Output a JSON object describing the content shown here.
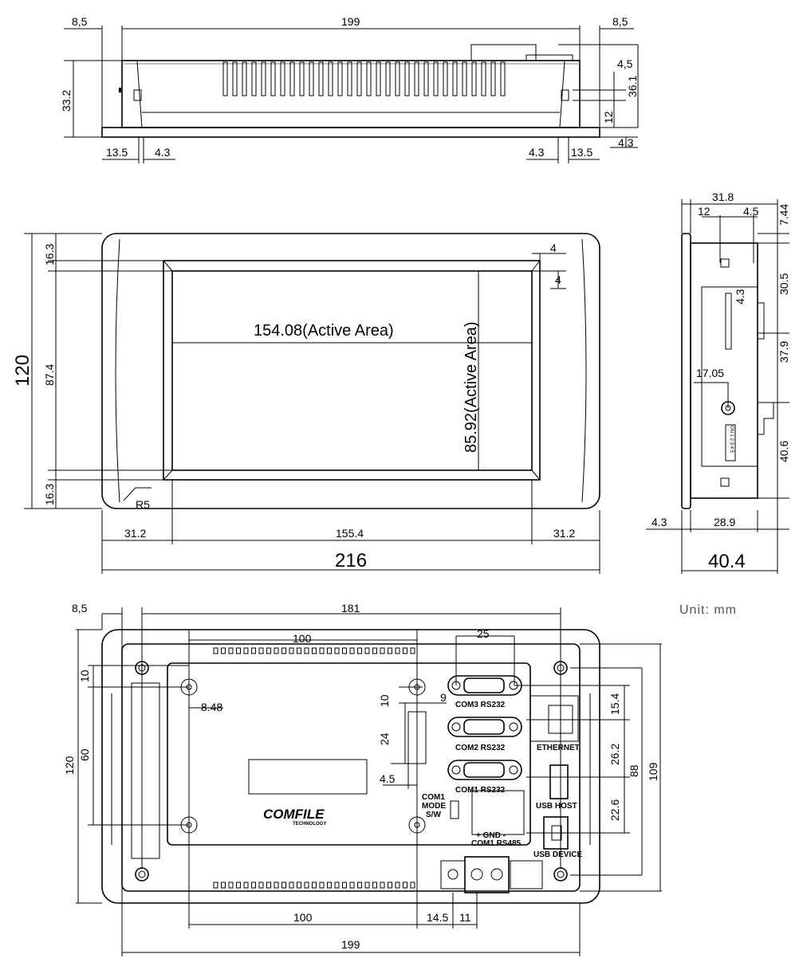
{
  "unit_label": "Unit: mm",
  "top_view": {
    "dims": [
      "8,5",
      "199",
      "8,5",
      "33.2",
      "4,5",
      "36.1",
      "12",
      "4.3",
      "13.5",
      "4.3",
      "4.3",
      "13.5"
    ]
  },
  "front_view": {
    "active_width": "154.08(Active Area)",
    "active_height": "85.92(Active Area)",
    "dims": [
      "16.3",
      "87.4",
      "16.3",
      "120",
      "31.2",
      "155.4",
      "31.2",
      "216",
      "R5",
      "4",
      "4"
    ]
  },
  "side_view": {
    "dims": [
      "31.8",
      "12",
      "4.5",
      "7.44",
      "30.5",
      "37.9",
      "40.6",
      "17.05",
      "4.3",
      "4.3",
      "28.9",
      "40.4"
    ],
    "dip_label": "ON 1 2 3 4 5"
  },
  "bottom_view": {
    "dims": [
      "8,5",
      "181",
      "100",
      "25",
      "10",
      "60",
      "120",
      "8.48",
      "10",
      "9",
      "24",
      "4.5",
      "15.4",
      "26.2",
      "22.6",
      "88",
      "109",
      "100",
      "14.5",
      "11",
      "199"
    ],
    "ports": {
      "com3": "COM3 RS232",
      "com2": "COM2 RS232",
      "com1": "COM1 RS232",
      "mode1": "COM1",
      "mode2": "MODE",
      "mode3": "S/W",
      "rs485_pins": "+  GND  -",
      "rs485": "COM1 RS485",
      "ethernet": "ETHERNET",
      "usb_host": "USB HOST",
      "usb_device": "USB DEVICE"
    },
    "logo": "COMFILE",
    "logo_sub": "TECHNOLOGY"
  }
}
